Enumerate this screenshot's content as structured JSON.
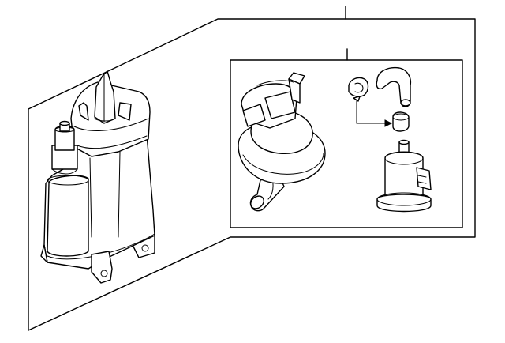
{
  "diagram": {
    "kind": "parts-exploded-view",
    "stroke_color": "#000000",
    "background_color": "#ffffff",
    "components": [
      "evap-canister",
      "purge-valve",
      "hose-clamp",
      "vent-hose",
      "hose-clamp-lower",
      "vent-filter"
    ]
  }
}
